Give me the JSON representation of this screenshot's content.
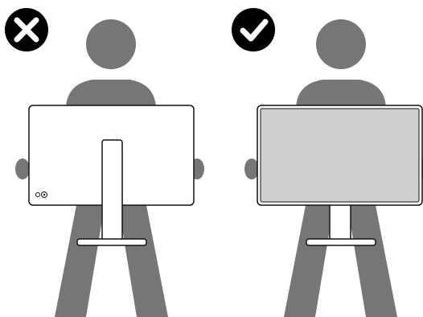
{
  "panels": [
    {
      "id": "wrong",
      "badge_icon": "cross-icon",
      "meaning": "incorrect",
      "monitor_facing": "back"
    },
    {
      "id": "right",
      "badge_icon": "checkmark-icon",
      "meaning": "correct",
      "monitor_facing": "front"
    }
  ],
  "colors": {
    "person": "#767676",
    "badge": "#000000",
    "monitor_outline": "#111111",
    "monitor_back": "#ffffff",
    "screen": "#cfcfcf",
    "background": "#ffffff"
  }
}
